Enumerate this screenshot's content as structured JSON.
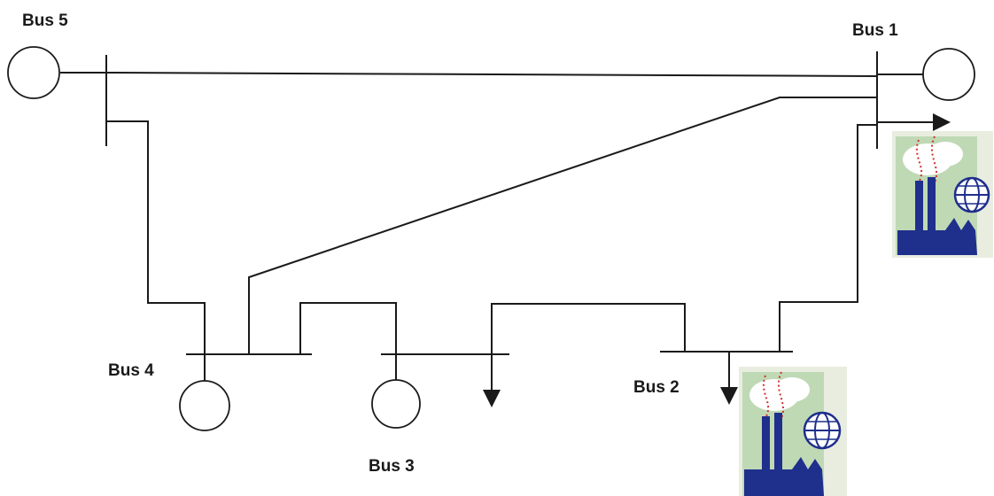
{
  "buses": {
    "bus5": {
      "label": "Bus 5"
    },
    "bus1": {
      "label": "Bus 1"
    },
    "bus4": {
      "label": "Bus 4"
    },
    "bus2": {
      "label": "Bus 2"
    },
    "bus3": {
      "label": "Bus 3"
    }
  },
  "icons": {
    "factory_a": "factory-globe-icon",
    "factory_b": "factory-globe-icon"
  },
  "colors": {
    "line": "#1a1a1a",
    "factory_bg": "#bfd9b5",
    "factory_blue": "#1f2f8c",
    "smoke_red": "#d03030"
  }
}
